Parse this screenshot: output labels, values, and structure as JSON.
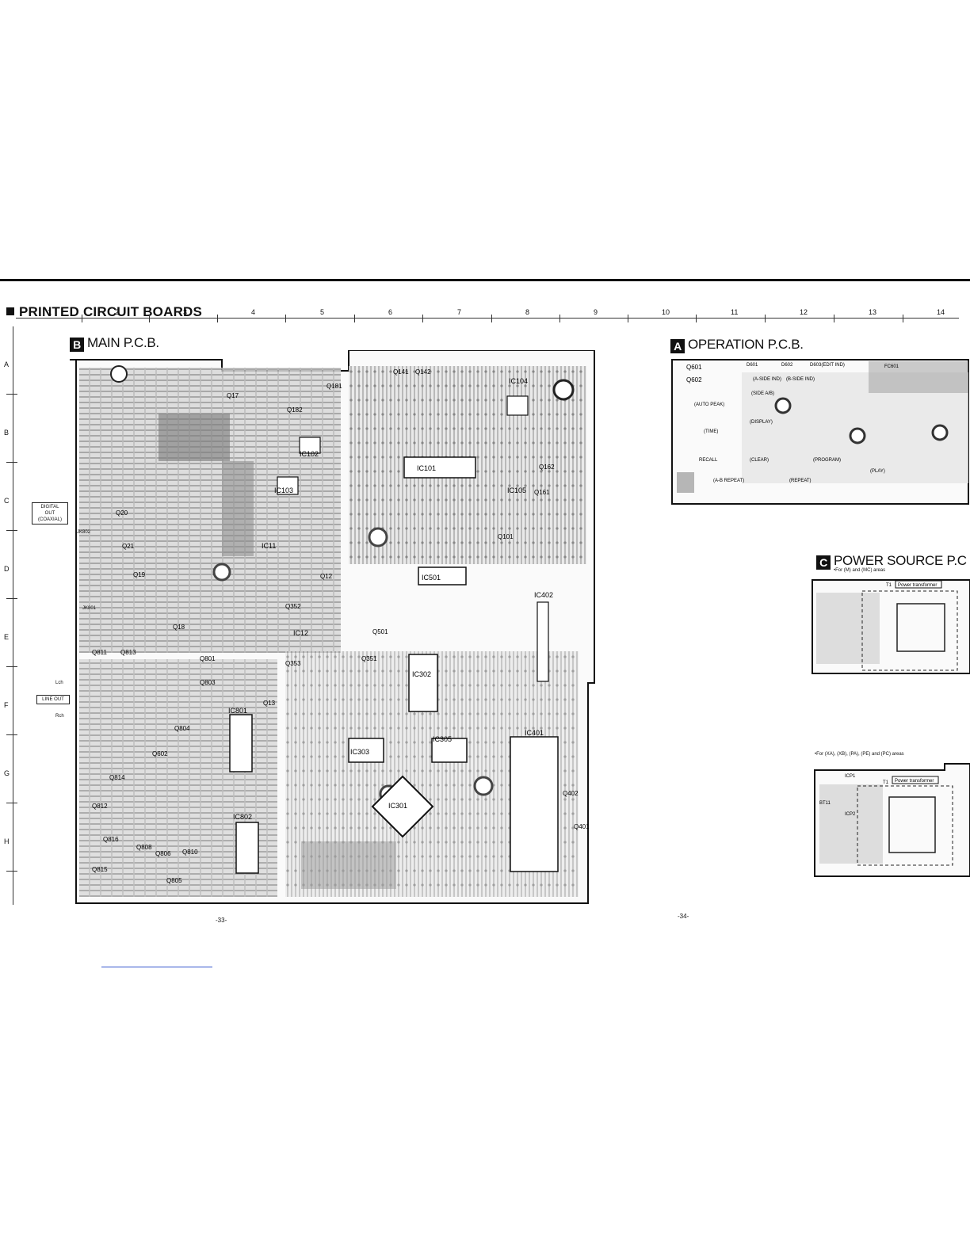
{
  "header": {
    "title": "PRINTED CIRCUIT BOARDS"
  },
  "grid": {
    "columns": [
      "1",
      "2",
      "3",
      "4",
      "5",
      "6",
      "7",
      "8",
      "9",
      "10",
      "11",
      "12",
      "13",
      "14"
    ],
    "rows": [
      "A",
      "B",
      "C",
      "D",
      "E",
      "F",
      "G",
      "H"
    ]
  },
  "main_pcb": {
    "letter": "B",
    "title": "MAIN P.C.B.",
    "components": [
      "IC104",
      "IC102",
      "IC103",
      "IC101",
      "IC105",
      "IC11",
      "IC501",
      "IC402",
      "IC12",
      "IC302",
      "IC801",
      "IC303",
      "IC305",
      "IC301",
      "IC802",
      "IC401",
      "Q17",
      "Q181",
      "Q182",
      "Q141",
      "Q142",
      "Q162",
      "Q161",
      "Q101",
      "Q20",
      "Q21",
      "Q19",
      "Q18",
      "Q12",
      "Q352",
      "Q351",
      "Q501",
      "Q353",
      "Q13",
      "Q811",
      "Q813",
      "Q801",
      "Q803",
      "Q804",
      "Q602",
      "Q814",
      "Q812",
      "Q816",
      "Q808",
      "Q806",
      "Q810",
      "Q815",
      "Q805",
      "Q402",
      "Q401"
    ],
    "connectors": {
      "digital_out": [
        "DIGITAL",
        "OUT",
        "(COAXIAL)"
      ],
      "line_out": "LINE OUT",
      "lch": "Lch",
      "rch": "Rch",
      "jk802": "JK802",
      "jk801": "JK801"
    }
  },
  "operation_pcb": {
    "letter": "A",
    "title": "OPERATION P.C.B.",
    "labels": [
      "Q601",
      "Q602",
      "D601",
      "D602",
      "D603(EDIT IND)",
      "FC601",
      "(A-SIDE IND)",
      "(B-SIDE IND)",
      "(AUTO PEAK)",
      "(SIDE A/B)",
      "(TIME)",
      "(DISPLAY)",
      "RECALL",
      "(CLEAR)",
      "(PROGRAM)",
      "(A-B REPEAT)",
      "(REPEAT)",
      "(PLAY)"
    ]
  },
  "power_pcb": {
    "letter": "C",
    "title": "POWER SOURCE P.C",
    "note_top": "For (M) and (MC) areas",
    "note_bottom": "For (XA), (XB), (PA), (PE) and (PC) areas",
    "transformer_label": "Power transformer",
    "t1": "T1",
    "icp": [
      "ICP1",
      "ICP2"
    ],
    "bt": "BT11"
  },
  "page_numbers": {
    "left": "-33-",
    "right": "-34-"
  }
}
